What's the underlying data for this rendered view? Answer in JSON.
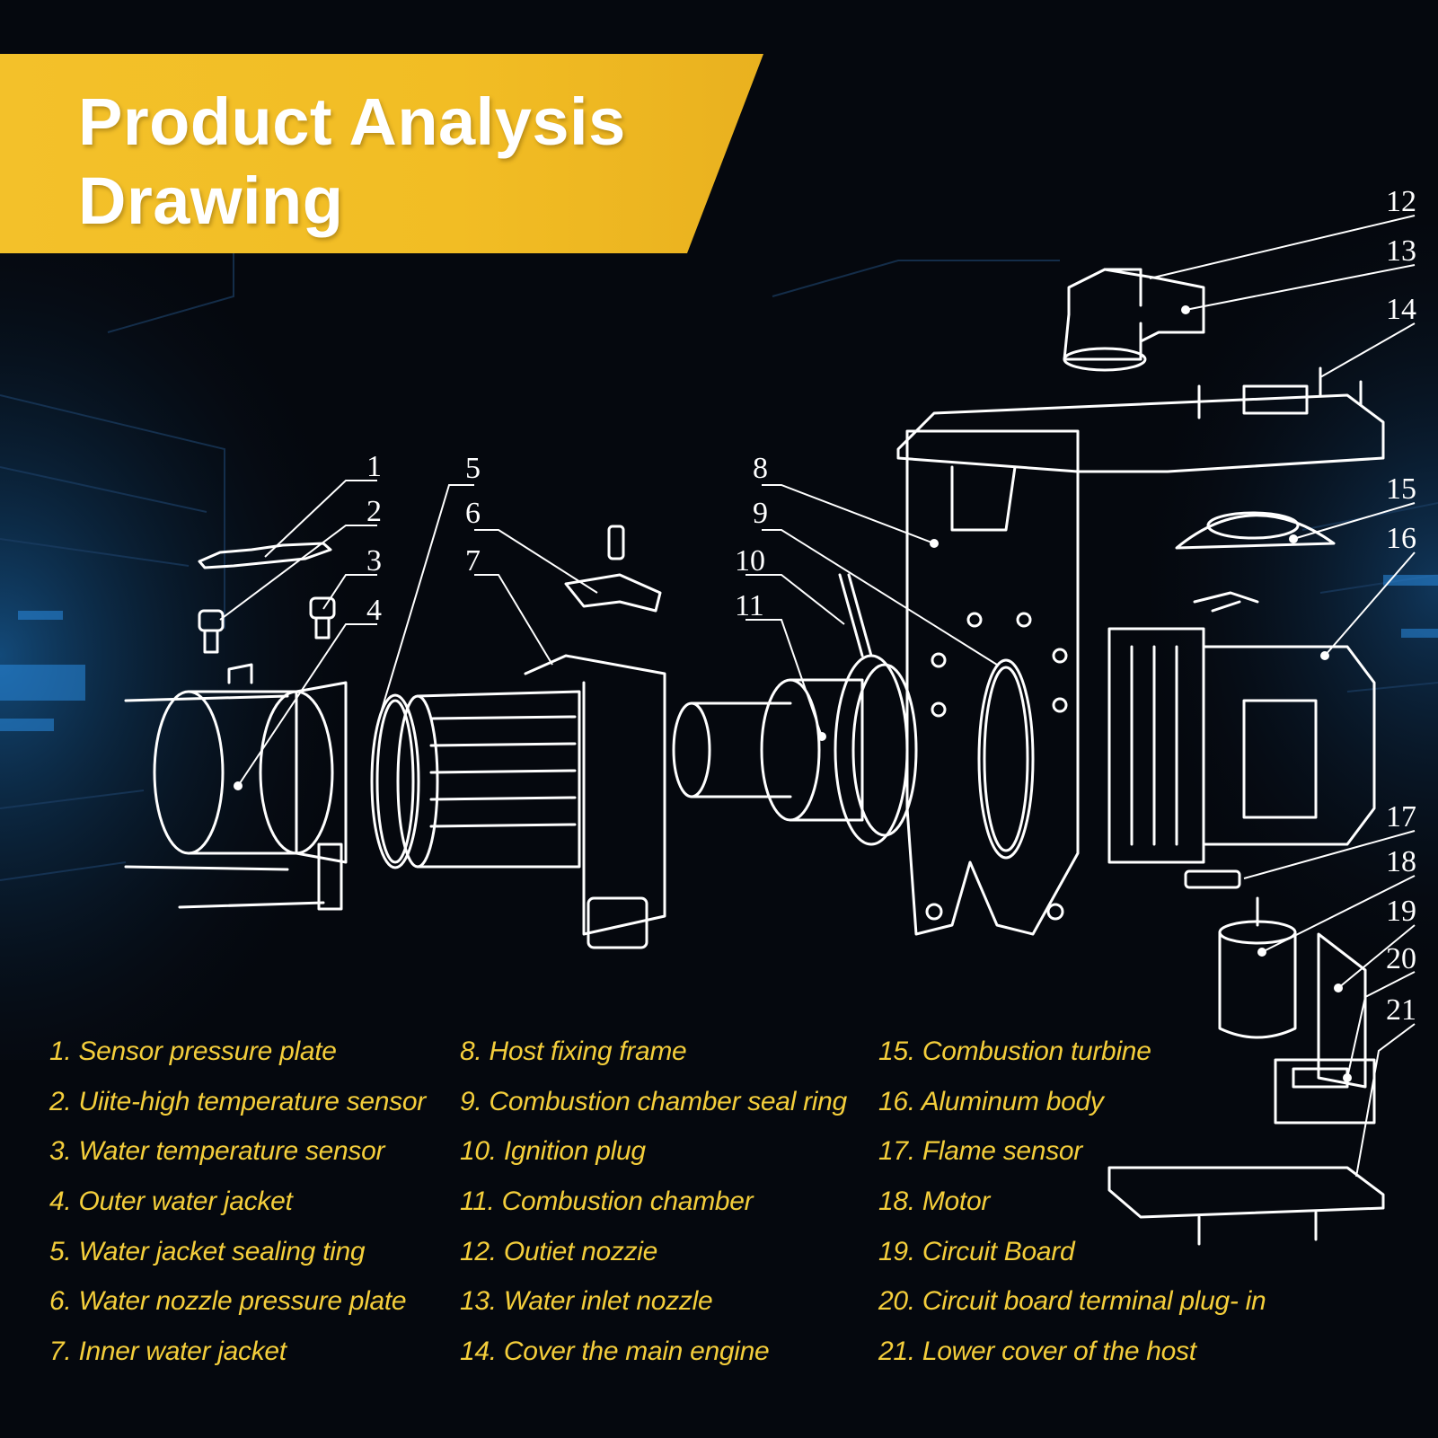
{
  "banner": {
    "title_line1": "Product Analysis",
    "title_line2": "Drawing"
  },
  "colors": {
    "background": "#05080e",
    "banner": "#f2bd24",
    "legend_text": "#f4ce3b",
    "line_art": "#ffffff",
    "glow": "#1e7fd0"
  },
  "callouts": [
    "1",
    "2",
    "3",
    "4",
    "5",
    "6",
    "7",
    "8",
    "9",
    "10",
    "11",
    "12",
    "13",
    "14",
    "15",
    "16",
    "17",
    "18",
    "19",
    "20",
    "21"
  ],
  "legend": {
    "column1": [
      "1. Sensor pressure plate",
      "2. Uiite-high temperature sensor",
      "3. Water temperature sensor",
      "4. Outer water jacket",
      "5. Water jacket sealing ting",
      "6. Water nozzle pressure plate",
      "7. Inner water jacket"
    ],
    "column2": [
      "8. Host fixing frame",
      "9. Combustion chamber seal ring",
      "10. Ignition plug",
      "11. Combustion chamber",
      "12. Outiet nozzie",
      "13. Water inlet nozzle",
      "14. Cover the main engine"
    ],
    "column3": [
      "15. Combustion turbine",
      "16. Aluminum body",
      "17. Flame sensor",
      "18. Motor",
      "19. Circuit Board",
      "20. Circuit board terminal  plug- in",
      "21. Lower cover of the host"
    ]
  }
}
